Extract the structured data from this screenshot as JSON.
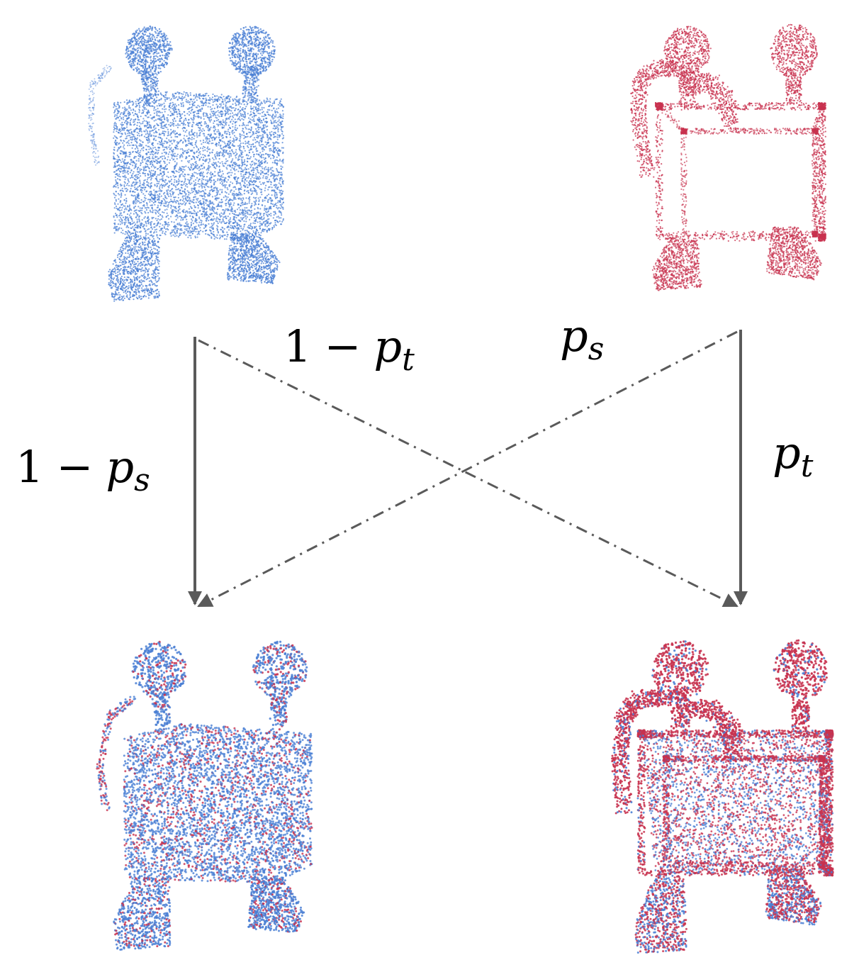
{
  "colors": {
    "source_blue": "#4a7fd4",
    "target_red": "#c8324f",
    "arrow_gray": "#5a5a5a"
  },
  "figures": {
    "source": {
      "color": "blue",
      "style": "dense-solid"
    },
    "target": {
      "color": "red",
      "style": "wireframe-with-arms"
    },
    "mixed_left": {
      "base": "source",
      "mix": "blue-dominant"
    },
    "mixed_right": {
      "base": "target",
      "mix": "red-dominant"
    }
  },
  "labels": {
    "one": "1",
    "minus": "−",
    "p": "p",
    "sub_s": "s",
    "sub_t": "t"
  },
  "arrows": {
    "left_solid": {
      "style": "solid",
      "label": "1 − p_s"
    },
    "right_solid": {
      "style": "solid",
      "label": "p_t"
    },
    "cross_down_right": {
      "style": "dash-dot",
      "label": "1 − p_t"
    },
    "cross_down_left": {
      "style": "dash-dot",
      "label": "p_s"
    }
  }
}
